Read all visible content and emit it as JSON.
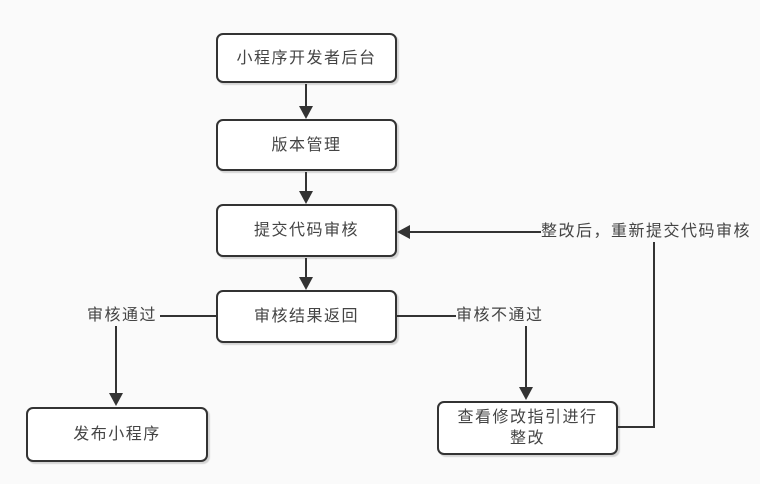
{
  "diagram": {
    "type": "flowchart",
    "nodes": [
      {
        "id": "dev-console",
        "label": "小程序开发者后台"
      },
      {
        "id": "version-mgmt",
        "label": "版本管理"
      },
      {
        "id": "submit-review",
        "label": "提交代码审核"
      },
      {
        "id": "review-result",
        "label": "审核结果返回"
      },
      {
        "id": "publish",
        "label": "发布小程序"
      },
      {
        "id": "view-guide",
        "label": "查看修改指引进行整改"
      }
    ],
    "edges": [
      {
        "from": "dev-console",
        "to": "version-mgmt",
        "label": ""
      },
      {
        "from": "version-mgmt",
        "to": "submit-review",
        "label": ""
      },
      {
        "from": "submit-review",
        "to": "review-result",
        "label": ""
      },
      {
        "from": "review-result",
        "to": "publish",
        "label": "审核通过"
      },
      {
        "from": "review-result",
        "to": "view-guide",
        "label": "审核不通过"
      },
      {
        "from": "view-guide",
        "to": "submit-review",
        "label": "整改后，重新提交代码审核"
      }
    ],
    "colors": {
      "background": "#fafafa",
      "node_fill": "#ffffff",
      "node_border": "#333333",
      "line": "#333333",
      "text": "#444444"
    }
  }
}
